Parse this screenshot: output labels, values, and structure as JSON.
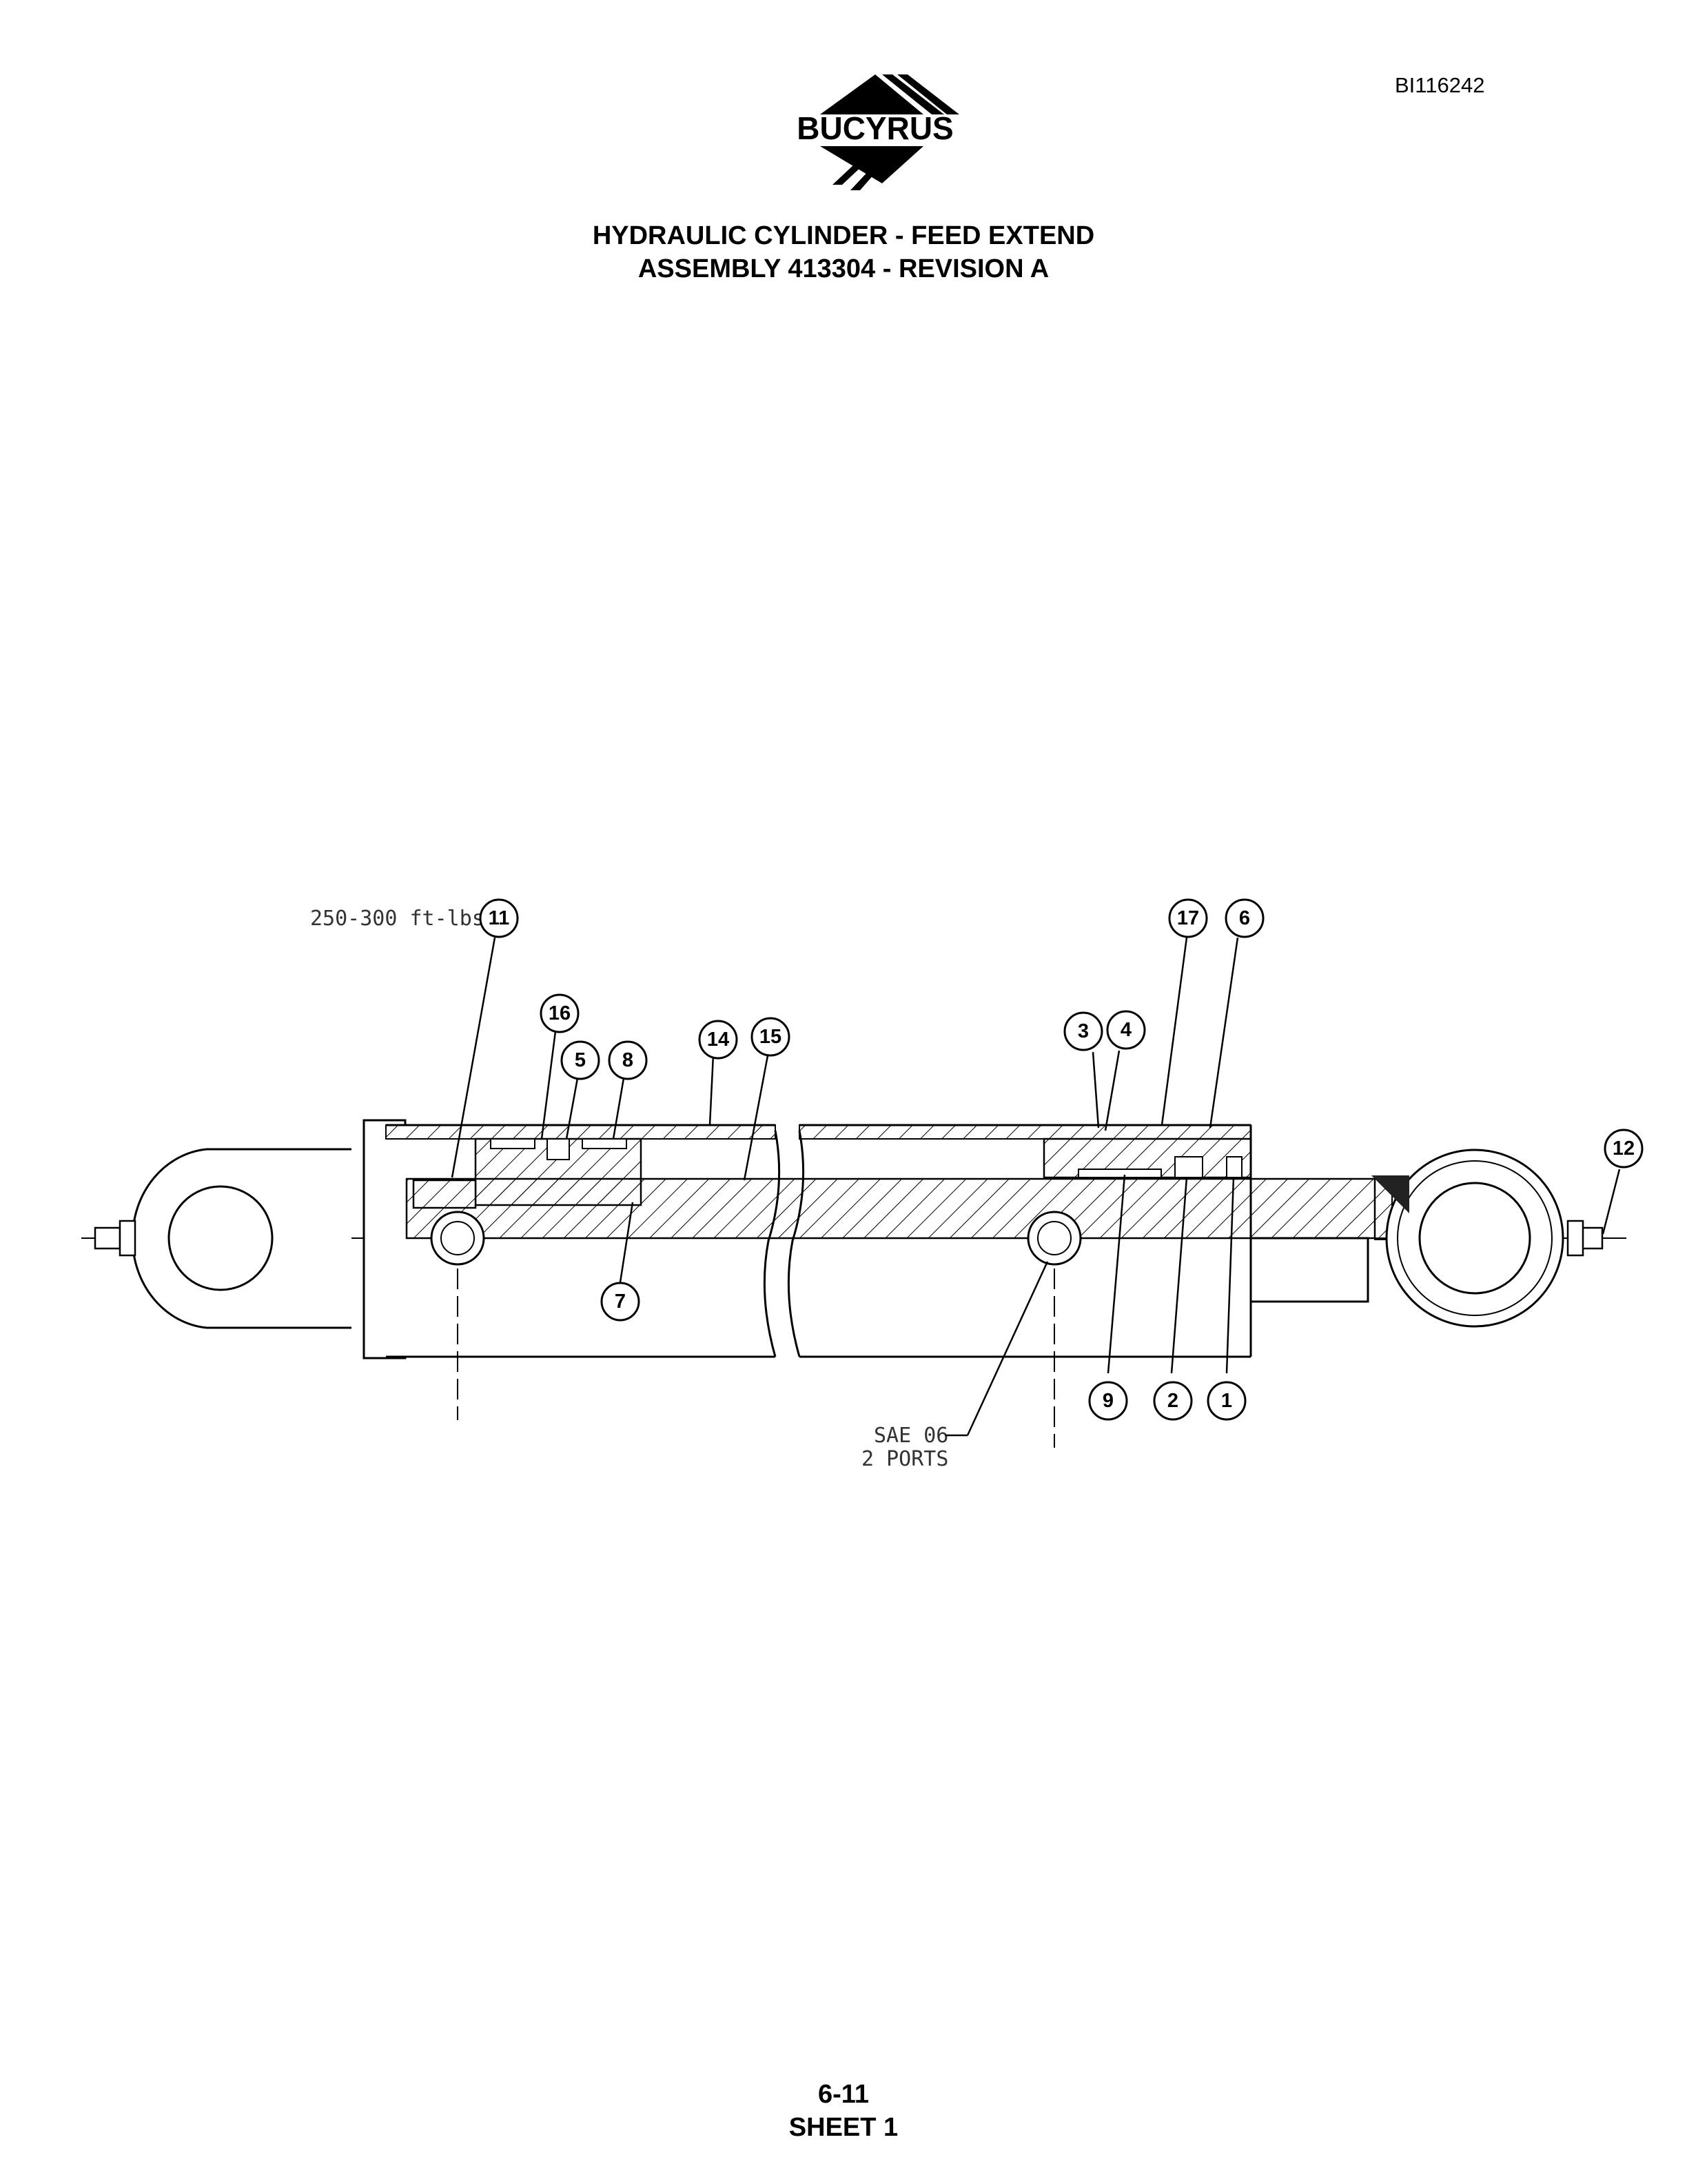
{
  "document": {
    "id": "BI116242",
    "logo_text": "BUCYRUS",
    "title_line1": "HYDRAULIC CYLINDER - FEED EXTEND",
    "title_line2": "ASSEMBLY 413304 - REVISION A",
    "page_number": "6-11",
    "sheet": "SHEET 1"
  },
  "drawing": {
    "torque_note": "250-300 ft-lbs",
    "port_note_line1": "SAE 06",
    "port_note_line2": "2 PORTS",
    "callouts": [
      "11",
      "16",
      "5",
      "8",
      "14",
      "15",
      "3",
      "4",
      "17",
      "6",
      "12",
      "7",
      "9",
      "2",
      "1"
    ]
  }
}
